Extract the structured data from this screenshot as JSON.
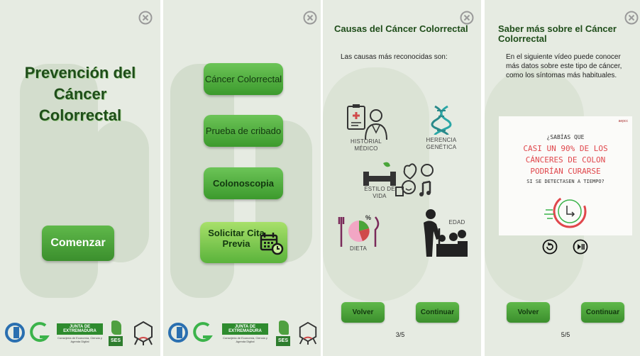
{
  "screen1": {
    "title": "Prevención del Cáncer Colorrectal",
    "start_button": "Comenzar"
  },
  "screen2": {
    "menu": [
      "Cáncer Colorrectal",
      "Prueba de cribado",
      "Colonoscopia"
    ],
    "appointment_button": "Solicitar Cita Previa"
  },
  "screen3": {
    "title": "Causas del Cáncer Colorrectal",
    "intro": "Las causas más reconocidas son:",
    "causes": {
      "history": "HISTORIAL MÉDICO",
      "genetics": "HERENCIA GENÉTICA",
      "lifestyle": "ESTILO DE VIDA",
      "diet": "DIETA",
      "age": "EDAD"
    },
    "back_button": "Volver",
    "continue_button": "Continuar",
    "page": "3/5"
  },
  "screen4": {
    "title": "Saber más sobre el Cáncer Colorrectal",
    "intro": "En el siguiente vídeo puede conocer  más datos sobre este tipo de cáncer, como los síntomas más habituales.",
    "video": {
      "line1": "¿SABÍAS QUE",
      "line2": "CASI UN 90% DE LOS",
      "line3": "CÁNCERES DE COLON",
      "line4": "PODRÍAN CURARSE",
      "line5": "SI SE DETECTASEN A TIEMPO?",
      "brand": "aepcc"
    },
    "back_button": "Volver",
    "continue_button": "Continuar",
    "page": "5/5"
  },
  "footer": {
    "junta_label": "JUNTA DE EXTREMADURA",
    "junta_sub": "Consejería de Economía, Ciencia y Agenda Digital",
    "ses_label": "SES"
  },
  "colors": {
    "panel_bg": "#e6ebe2",
    "accent_green": "#4aa53a",
    "dark_green": "#1f4d1a",
    "video_red": "#e0474c"
  }
}
